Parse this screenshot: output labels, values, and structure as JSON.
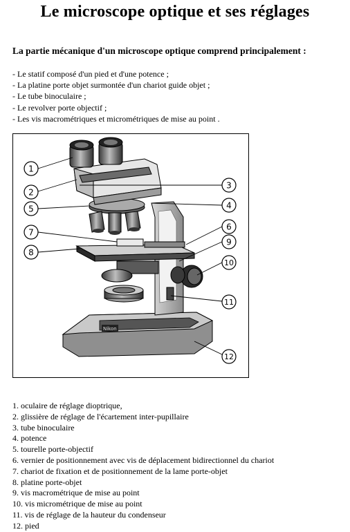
{
  "title": "Le microscope optique et ses réglages",
  "subtitle": "La partie mécanique d'un microscope optique comprend principalement :",
  "parts": [
    "- Le statif composé d'un pied et d'une potence ;",
    "- La platine porte objet surmontée d'un chariot guide objet ;",
    "- Le tube binoculaire ;",
    "- Le revolver porte objectif ;",
    "- Les vis macrométriques et micrométriques de mise au point ."
  ],
  "figure": {
    "callouts": [
      "1",
      "2",
      "3",
      "4",
      "5",
      "6",
      "7",
      "8",
      "9",
      "10",
      "11",
      "12"
    ],
    "brand": "Nikon"
  },
  "legend": [
    "1. oculaire de réglage dioptrique,",
    "2. glissière de réglage de l'écartement inter-pupillaire",
    "3. tube binoculaire",
    "4. potence",
    "5. tourelle porte-objectif",
    "6. vernier de positionnement avec vis de déplacement bidirectionnel du chariot",
    "7. chariot de fixation et de positionnement de la lame porte-objet",
    "8. platine porte-objet",
    "9. vis macrométrique de mise au point",
    "10. vis micrométrique de mise au point",
    "11. vis de réglage de la hauteur du condenseur",
    "12. pied"
  ]
}
